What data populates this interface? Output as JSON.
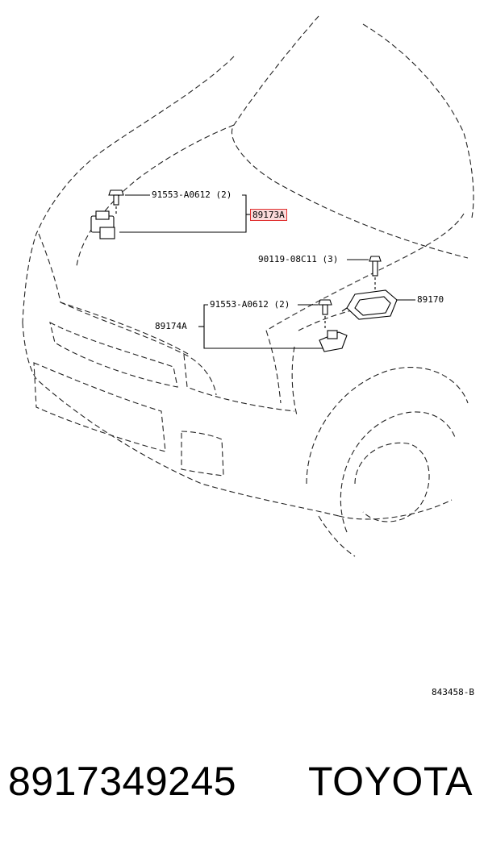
{
  "labels": {
    "bolt_top": "91553-A0612 (2)",
    "sensor_front": "89173A",
    "bolt_right": "90119-08C11 (3)",
    "ecu": "89170",
    "bolt_mid": "91553-A0612 (2)",
    "sensor_mid": "89174A"
  },
  "ref_code": "843458-B",
  "footer": {
    "part_number": "8917349245",
    "brand": "TOYOTA"
  },
  "colors": {
    "highlight_border": "#e03030",
    "highlight_fill": "#fbdada"
  }
}
